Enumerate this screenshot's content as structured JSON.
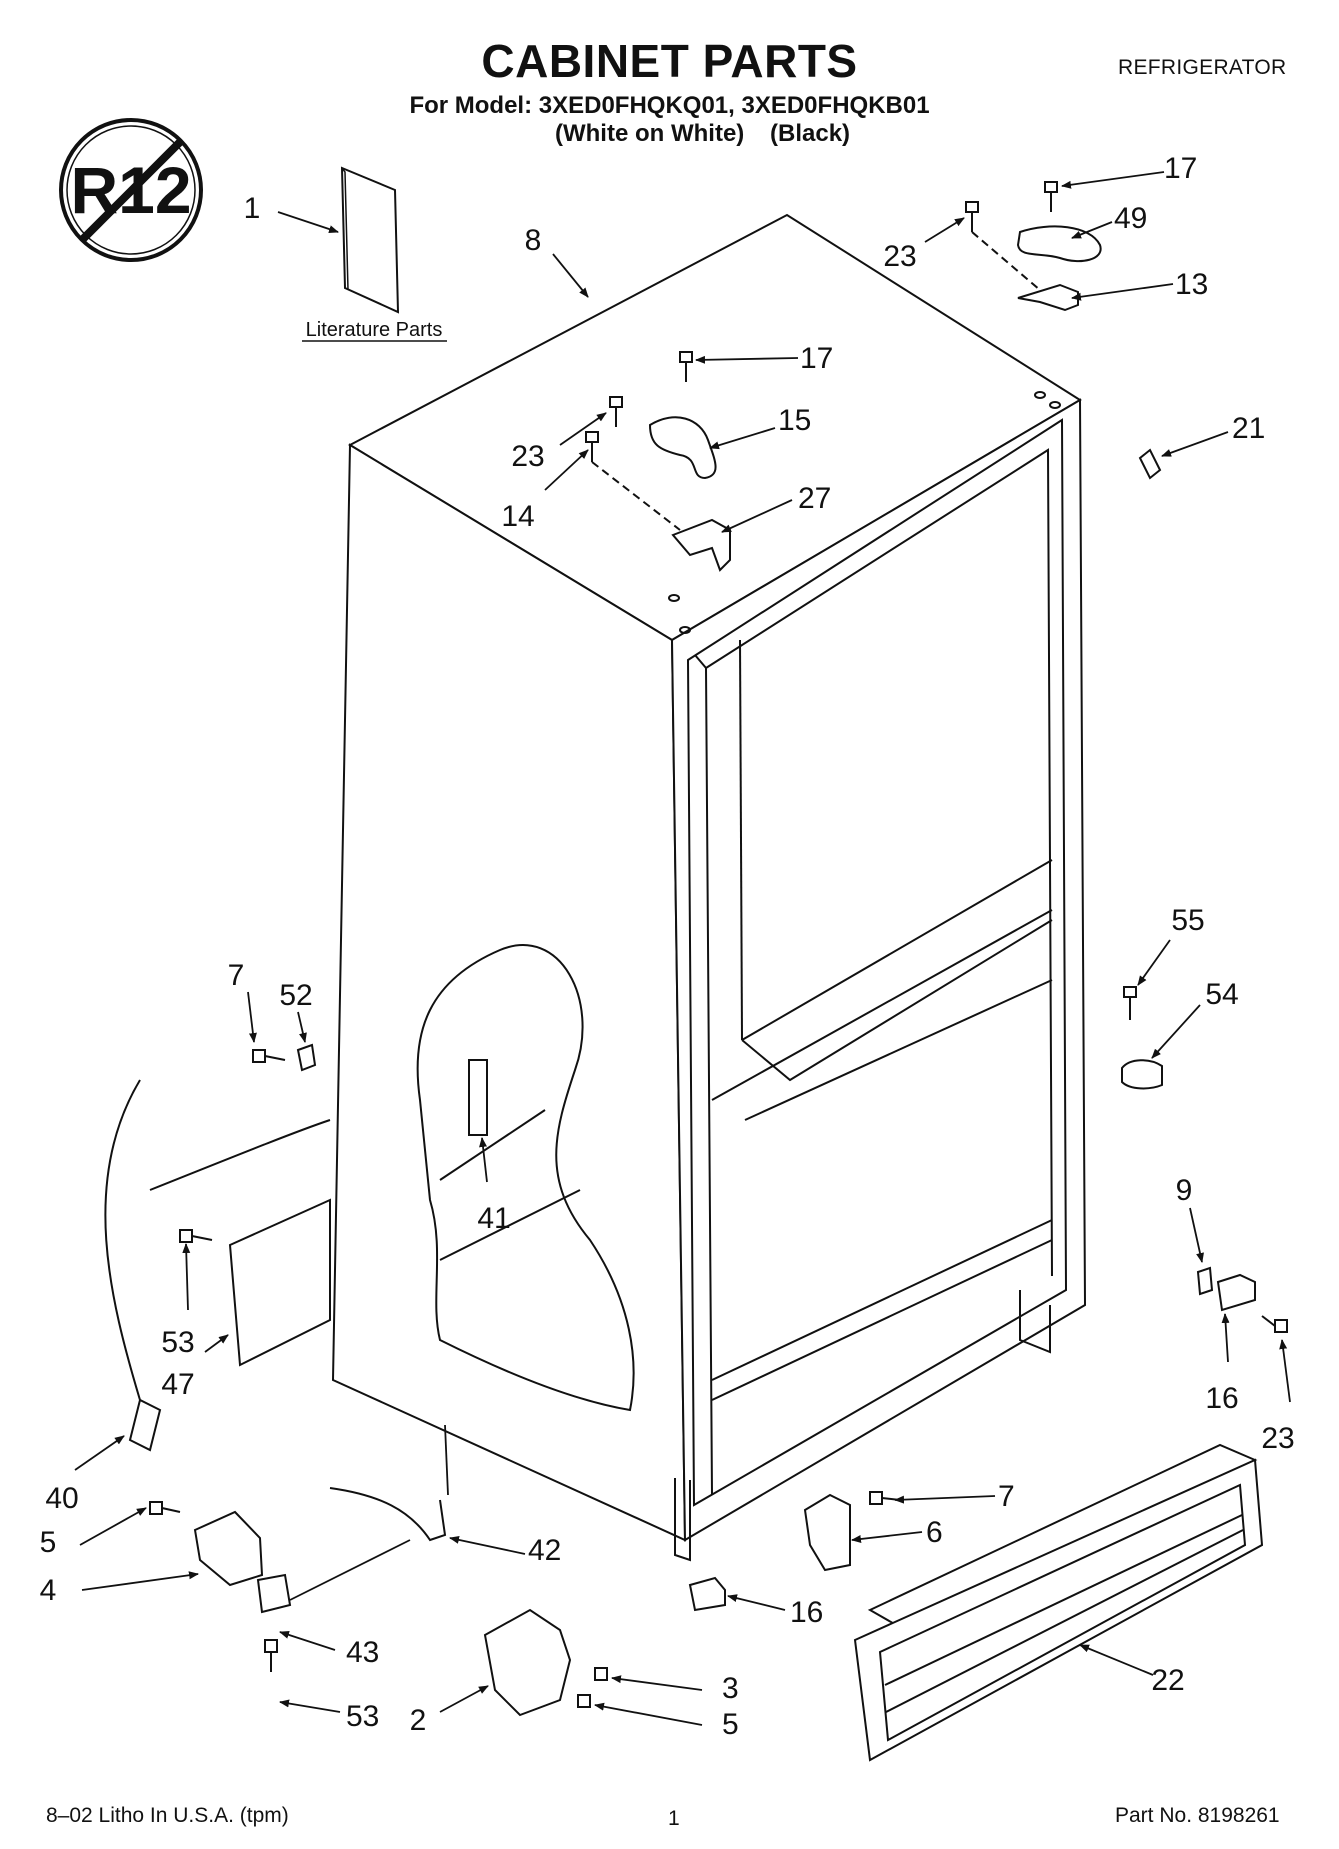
{
  "header": {
    "title": "CABINET PARTS",
    "category": "REFRIGERATOR",
    "models": "For Model: 3XED0FHQKQ01, 3XED0FHQKB01",
    "variant_white": "(White on White)",
    "variant_black": "(Black)"
  },
  "badge": {
    "text": "R12"
  },
  "literature": {
    "label": "Literature Parts"
  },
  "callouts": {
    "c1": "1",
    "c2": "2",
    "c3": "3",
    "c4": "4",
    "c5a": "5",
    "c5b": "5",
    "c6": "6",
    "c7a": "7",
    "c7b": "7",
    "c8": "8",
    "c9": "9",
    "c13": "13",
    "c14": "14",
    "c15": "15",
    "c16a": "16",
    "c16b": "16",
    "c17a": "17",
    "c17b": "17",
    "c21": "21",
    "c22": "22",
    "c23a": "23",
    "c23b": "23",
    "c23c": "23",
    "c27": "27",
    "c40": "40",
    "c41": "41",
    "c42": "42",
    "c43": "43",
    "c47": "47",
    "c49": "49",
    "c52": "52",
    "c53a": "53",
    "c53b": "53",
    "c54": "54",
    "c55": "55"
  },
  "footer": {
    "litho": "8–02 Litho In U.S.A. (tpm)",
    "page": "1",
    "part_no": "Part No. 8198261"
  }
}
